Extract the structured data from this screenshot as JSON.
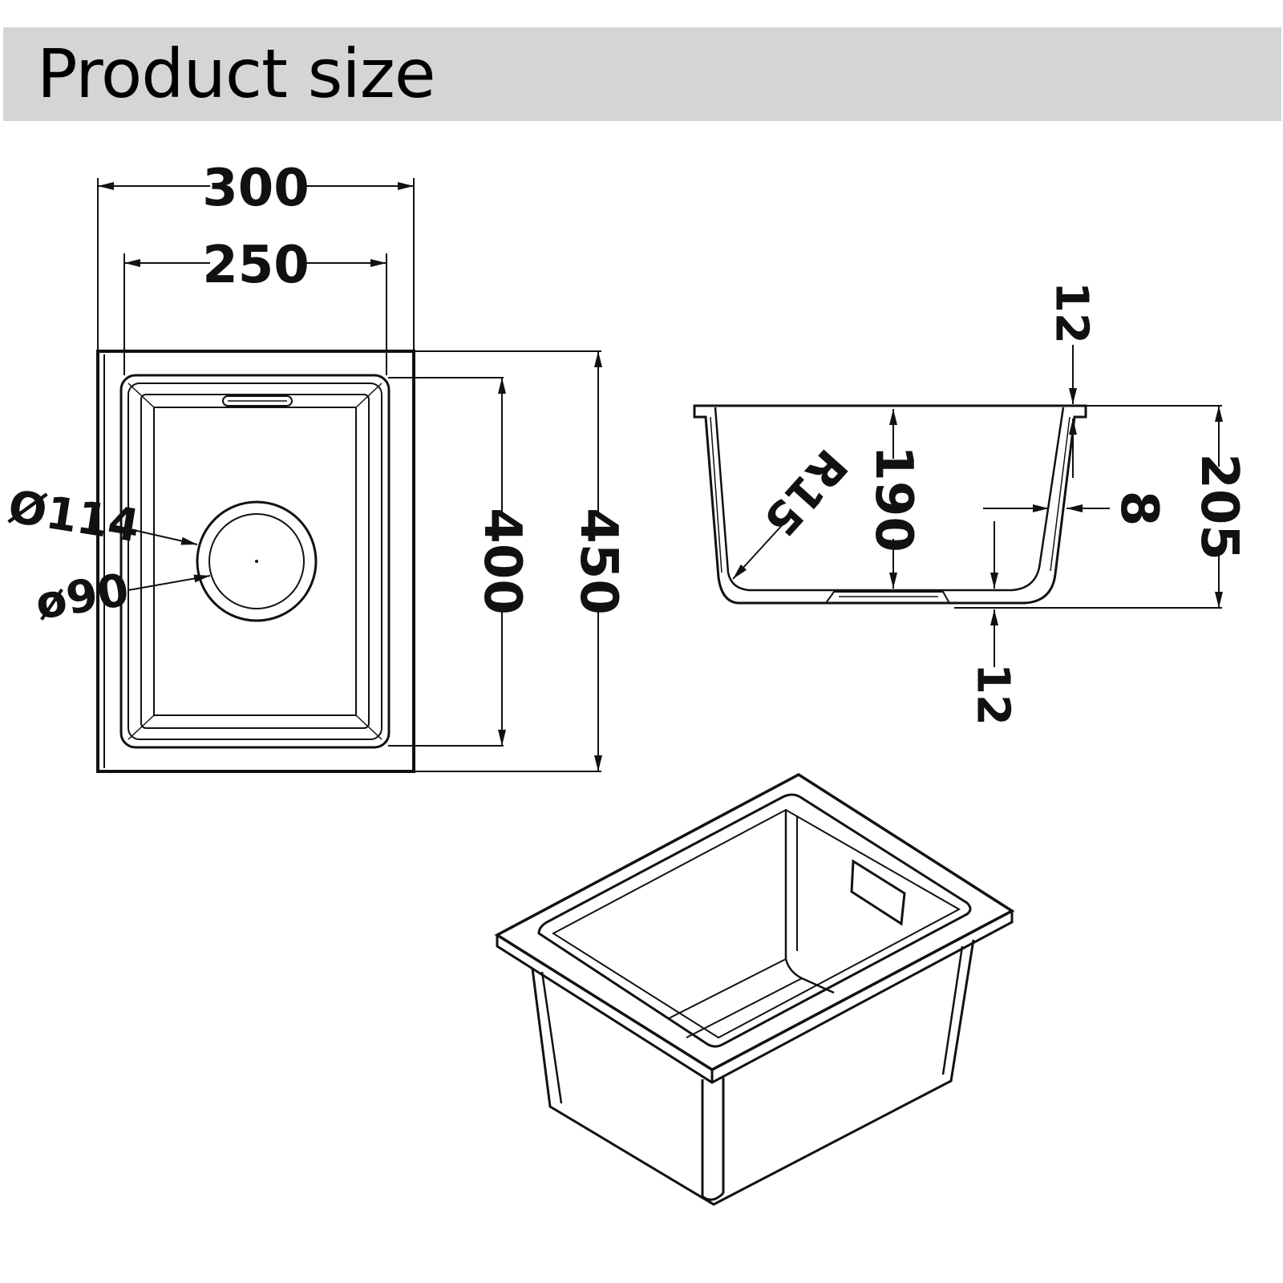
{
  "header": {
    "title": "Product size"
  },
  "colors": {
    "header_bar": "#d4d6d5",
    "line": "#111111",
    "background": "#ffffff"
  },
  "dimensions": {
    "outer_width": "300",
    "inner_width": "250",
    "inner_length": "400",
    "outer_length": "450",
    "overflow_diameter": "Ø114",
    "drain_diameter": "ø90",
    "rim_thickness_top": "12",
    "inner_depth": "190",
    "corner_radius": "R15",
    "wall_thickness": "8",
    "total_depth": "205",
    "bottom_thickness": "12"
  }
}
